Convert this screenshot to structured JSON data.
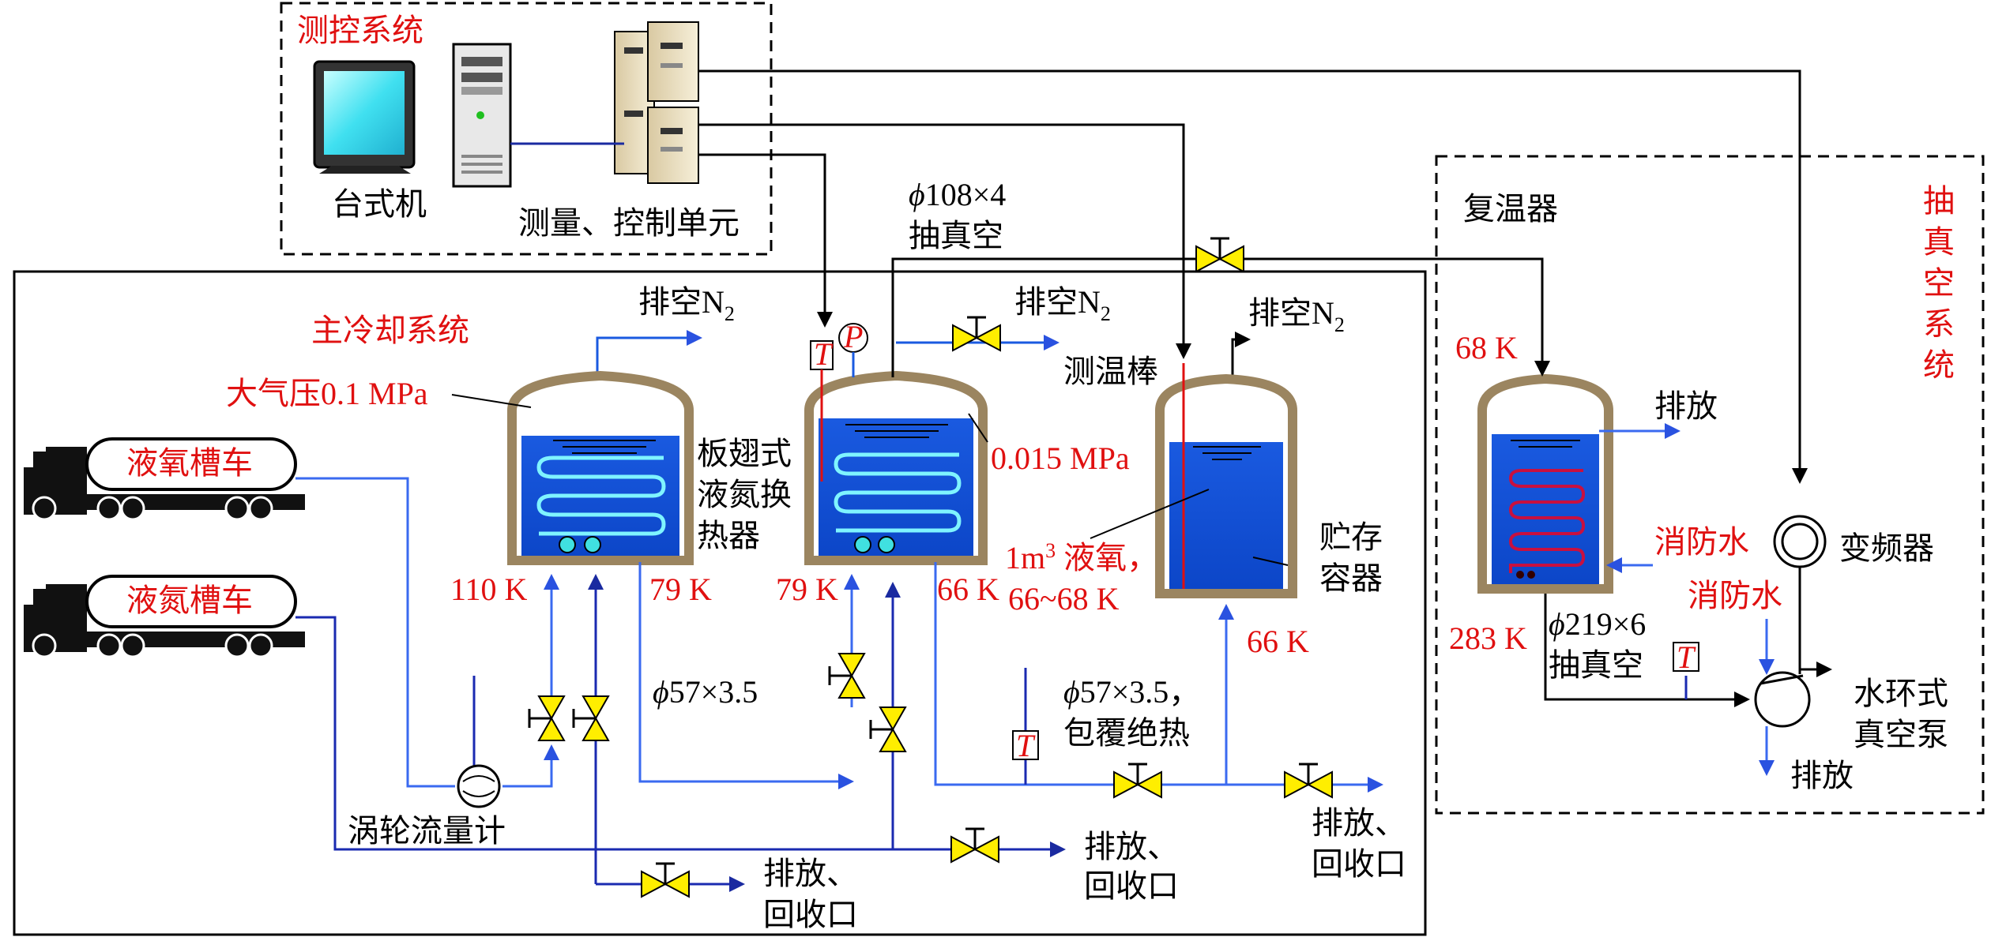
{
  "groups": {
    "measure_control": "测控系统",
    "main_cooling": "主冷却系统",
    "vacuum_system": "抽真空系统"
  },
  "labels": {
    "desktop": "台式机",
    "measure_unit": "测量、控制单元",
    "pipe_top": "ϕ108×4",
    "pipe_top_vac": "抽真空",
    "rewarmer": "复温器",
    "vent_n2_main": "排空",
    "n2_symbol": "N",
    "n2_subscript": "2",
    "atm_pressure": "大气压0.1 MPa",
    "plate_fin_1": "板翅式",
    "plate_fin_2": "液氮换",
    "plate_fin_3": "热器",
    "pressure_low": "0.015 MPa",
    "thermo_rod": "测温棒",
    "lox_vol_pre": "1m",
    "lox_vol_sup": "3",
    "lox_vol_post": " 液氧，",
    "lox_temp": "66~68 K",
    "storage_1": "贮存",
    "storage_2": "容器",
    "t110": "110 K",
    "t79a": "79 K",
    "t79b": "79 K",
    "t66a": "66 K",
    "t66b": "66 K",
    "t68": "68 K",
    "t283": "283 K",
    "pipe_57a": "ϕ57×3.5",
    "pipe_57b": "ϕ57×3.5，",
    "insulation": "包覆绝热",
    "turbine_meter": "涡轮流量计",
    "drain": "排放",
    "drain_recover_1": "排放、",
    "drain_recover_2": "回收口",
    "fire_water": "消防水",
    "vfd": "变频器",
    "pipe_219": "ϕ219×6",
    "pipe_219_vac": "抽真空",
    "water_ring_1": "水环式",
    "water_ring_2": "真空泵",
    "t_symbol": "T",
    "p_symbol": "P"
  },
  "trucks": {
    "lox": "液氧槽车",
    "ln2": "液氮槽车"
  },
  "colors": {
    "pipe": "#2a52e0",
    "liquid": "#1060e0",
    "valve": "#ffee00",
    "red_text": "#e01010",
    "tank_shell": "#9b8560",
    "coil": "#7ff4ff"
  }
}
